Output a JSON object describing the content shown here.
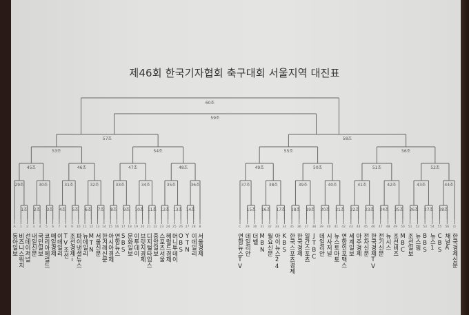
{
  "title": "제46회 한국기자협회 축구대회 서울지역 대진표",
  "rounds": {
    "final": {
      "label": "60조"
    },
    "third_or_semi": {
      "label": "59조"
    },
    "semis": [
      {
        "label": "57조"
      },
      {
        "label": "58조"
      }
    ],
    "quarters": [
      {
        "label": "53조"
      },
      {
        "label": "54조"
      },
      {
        "label": "55조"
      },
      {
        "label": "56조"
      }
    ],
    "round16": [
      {
        "label": "45조"
      },
      {
        "label": "46조"
      },
      {
        "label": "47조"
      },
      {
        "label": "48조"
      },
      {
        "label": "49조"
      },
      {
        "label": "50조"
      },
      {
        "label": "51조"
      },
      {
        "label": "52조"
      }
    ],
    "round32": [
      {
        "label": "29조"
      },
      {
        "label": "30조"
      },
      {
        "label": "31조"
      },
      {
        "label": "32조"
      },
      {
        "label": "33조"
      },
      {
        "label": "34조"
      },
      {
        "label": "35조"
      },
      {
        "label": "36조"
      },
      {
        "label": "37조"
      },
      {
        "label": "38조"
      },
      {
        "label": "39조"
      },
      {
        "label": "40조"
      },
      {
        "label": "41조"
      },
      {
        "label": "42조"
      },
      {
        "label": "43조"
      },
      {
        "label": "44조"
      }
    ],
    "round64": [
      {
        "label": "1조"
      },
      {
        "label": "2조"
      },
      {
        "label": "3조"
      },
      {
        "label": "4조"
      },
      {
        "label": "5조"
      },
      {
        "label": "6조"
      },
      {
        "label": "7조"
      },
      {
        "label": "8조"
      },
      {
        "label": "9조"
      },
      {
        "label": "10조"
      },
      {
        "label": "11조"
      },
      {
        "label": "12조"
      },
      {
        "label": "13조"
      },
      {
        "label": "14조"
      },
      {
        "label": "15조"
      },
      {
        "label": "16조"
      },
      {
        "label": "17조"
      },
      {
        "label": "18조"
      },
      {
        "label": "19조"
      },
      {
        "label": "20조"
      },
      {
        "label": "21조"
      },
      {
        "label": "22조"
      },
      {
        "label": "23조"
      },
      {
        "label": "24조"
      },
      {
        "label": "25조"
      },
      {
        "label": "26조"
      },
      {
        "label": "27조"
      },
      {
        "label": "28조"
      }
    ]
  },
  "slots": [
    {
      "num": "A",
      "team": "동아일보"
    },
    {
      "num": "1",
      "team": "비즈니스워치"
    },
    {
      "num": "2",
      "team": "선데이저널"
    },
    {
      "num": "3",
      "team": "내일신문"
    },
    {
      "num": "4",
      "team": "국민일보"
    },
    {
      "num": "5",
      "team": "코리아헤럴드"
    },
    {
      "num": "6",
      "team": "매일경제"
    },
    {
      "num": "7",
      "team": "이데일리"
    },
    {
      "num": "8",
      "team": "TV조선"
    },
    {
      "num": "9",
      "team": "조선경제i"
    },
    {
      "num": "10",
      "team": "파이낸셜뉴스"
    },
    {
      "num": "11",
      "team": "뉴데일리"
    },
    {
      "num": "12",
      "team": "MTN"
    },
    {
      "num": "13",
      "team": "서울신문"
    },
    {
      "num": "14",
      "team": "한겨레신문"
    },
    {
      "num": "15",
      "team": "아시아경제"
    },
    {
      "num": "16",
      "team": "연합뉴스"
    },
    {
      "num": "17",
      "team": "SBS"
    },
    {
      "num": "18",
      "team": "문화일보"
    },
    {
      "num": "19",
      "team": "이투데이"
    },
    {
      "num": "20",
      "team": "브릿지경제"
    },
    {
      "num": "21",
      "team": "디지털타임스"
    },
    {
      "num": "22",
      "team": "중앙일보"
    },
    {
      "num": "23",
      "team": "스포츠서울"
    },
    {
      "num": "24",
      "team": "헤럴드경제"
    },
    {
      "num": "25",
      "team": "머니투데이"
    },
    {
      "num": "26",
      "team": "OBS"
    },
    {
      "num": "27",
      "team": "YTN"
    },
    {
      "num": "28",
      "team": "이데일리"
    },
    {
      "num": "B",
      "team": "서울경제"
    },
    {
      "num": "C",
      "team": "연합뉴스TV"
    },
    {
      "num": "29",
      "team": "데일리안"
    },
    {
      "num": "30",
      "team": "더벨"
    },
    {
      "num": "31",
      "team": "MBN"
    },
    {
      "num": "32",
      "team": "월요신문"
    },
    {
      "num": "33",
      "team": "아이뉴스24"
    },
    {
      "num": "34",
      "team": "KBS"
    },
    {
      "num": "35",
      "team": "한국스포츠경제"
    },
    {
      "num": "36",
      "team": "한국경제"
    },
    {
      "num": "37",
      "team": "일간스포츠"
    },
    {
      "num": "38",
      "team": "JTBC"
    },
    {
      "num": "39",
      "team": "데일리안"
    },
    {
      "num": "40",
      "team": "시사저널"
    },
    {
      "num": "41",
      "team": "뉴스토마토"
    },
    {
      "num": "42",
      "team": "연합인포맥스"
    },
    {
      "num": "43",
      "team": "세계일보"
    },
    {
      "num": "44",
      "team": "아주경제"
    },
    {
      "num": "45",
      "team": "전자신문"
    },
    {
      "num": "46",
      "team": "한국경제TV"
    },
    {
      "num": "47",
      "team": "전기신문"
    },
    {
      "num": "48",
      "team": "뉴시스"
    },
    {
      "num": "49",
      "team": "조선비즈"
    },
    {
      "num": "50",
      "team": "MBC"
    },
    {
      "num": "51",
      "team": "조선일보"
    },
    {
      "num": "52",
      "team": "뉴스핌"
    },
    {
      "num": "53",
      "team": "BBS"
    },
    {
      "num": "54",
      "team": "뉴스1"
    },
    {
      "num": "55",
      "team": "CBS"
    },
    {
      "num": "56",
      "team": "채널A"
    },
    {
      "num": "D",
      "team": "한국경제신문"
    }
  ]
}
